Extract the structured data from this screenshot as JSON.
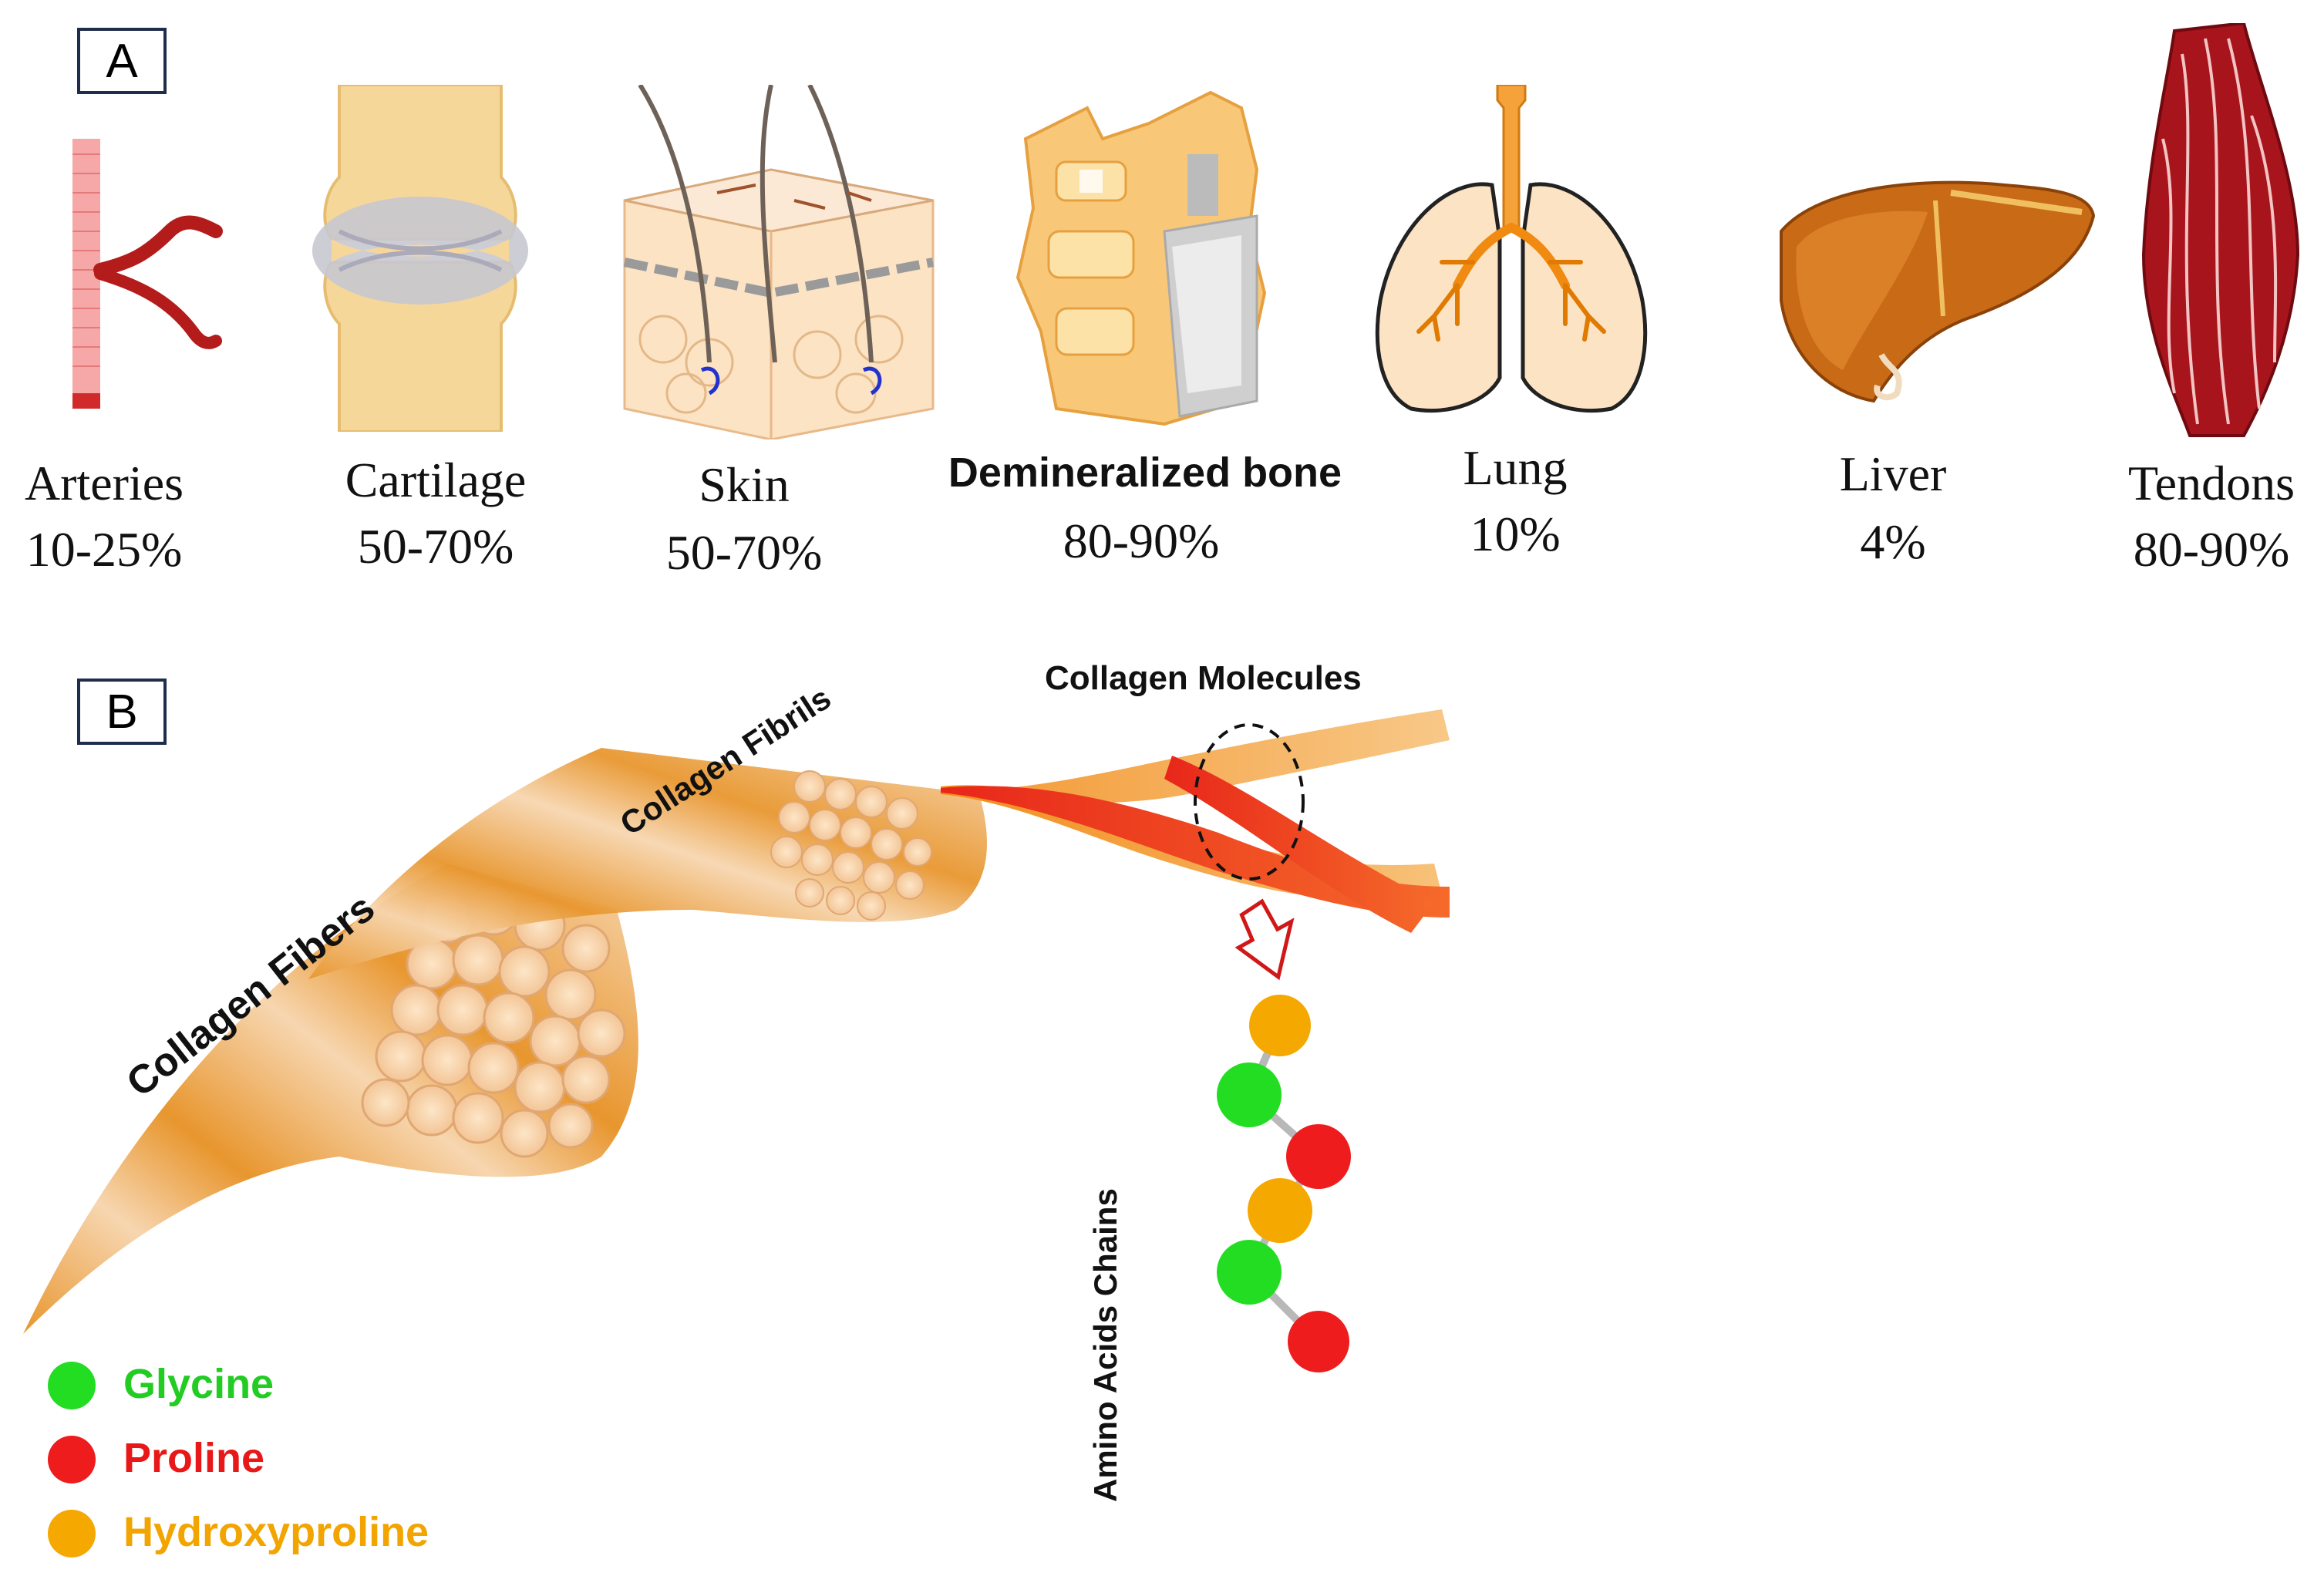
{
  "panels": {
    "a": "A",
    "b": "B"
  },
  "tissues": [
    {
      "name": "Arteries",
      "pct": "10-25%"
    },
    {
      "name": "Cartilage",
      "pct": "50-70%"
    },
    {
      "name": "Skin",
      "pct": "50-70%"
    },
    {
      "name": "Demineralized bone",
      "pct": "80-90%"
    },
    {
      "name": "Lung",
      "pct": "10%"
    },
    {
      "name": "Liver",
      "pct": "4%"
    },
    {
      "name": "Tendons",
      "pct": "80-90%"
    }
  ],
  "hierarchy": {
    "fibers": "Collagen Fibers",
    "fibrils": "Collagen Fibrils",
    "molecules": "Collagen Molecules",
    "chains": "Amino Acids Chains"
  },
  "legend": [
    {
      "name": "Glycine",
      "color": "#22dd22"
    },
    {
      "name": "Proline",
      "color": "#ee1c1c"
    },
    {
      "name": "Hydroxyproline",
      "color": "#f5a800"
    }
  ],
  "colors": {
    "collagen_light": "#f7d6b0",
    "collagen_band": "#e8962e",
    "molecule_red": "#e8261a",
    "molecule_orange": "#f28c1a"
  }
}
